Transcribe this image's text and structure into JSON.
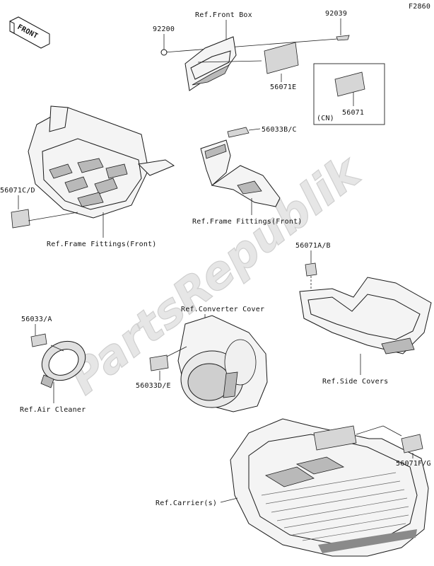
{
  "figure_code": "F2860",
  "front_arrow_text": "FRONT",
  "watermark": "PartsRepublik",
  "callouts": {
    "ref_front_box": "Ref.Front Box",
    "p92039": "92039",
    "p92200": "92200",
    "p56071E": "56071E",
    "p56071_cn": "56071",
    "cn_label": "(CN)",
    "p56033B_C": "56033B/C",
    "p56071C_D": "56071C/D",
    "ref_frame_fittings_front_left": "Ref.Frame Fittings(Front)",
    "ref_frame_fittings_front_right": "Ref.Frame Fittings(Front)",
    "p56071A_B": "56071A/B",
    "p56033_A": "56033/A",
    "ref_converter_cover": "Ref.Converter Cover",
    "ref_side_covers": "Ref.Side Covers",
    "p56033D_E": "56033D/E",
    "ref_air_cleaner": "Ref.Air Cleaner",
    "ref_carriers": "Ref.Carrier(s)",
    "p56071F_G": "56071F/G"
  }
}
